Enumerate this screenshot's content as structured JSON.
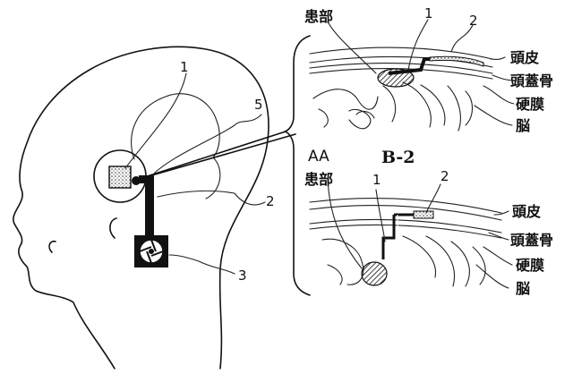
{
  "labels": {
    "implant_1": "1",
    "cable_5": "5",
    "lead_2": "2",
    "device_3": "3",
    "top_patient": "患部",
    "top_1": "1",
    "top_2": "2",
    "top_scalp": "頭皮",
    "top_skull": "頭蓋骨",
    "top_dura": "硬膜",
    "top_brain": "脳",
    "aa": "AA",
    "b2": "B-2",
    "bottom_patient": "患部",
    "bottom_1": "1",
    "bottom_2": "2",
    "bottom_scalp": "頭皮",
    "bottom_skull": "頭蓋骨",
    "bottom_dura": "硬膜",
    "bottom_brain": "脳"
  },
  "icons": {
    "implant": "hatched-square-implant-icon",
    "device": "aperture-device-icon"
  }
}
